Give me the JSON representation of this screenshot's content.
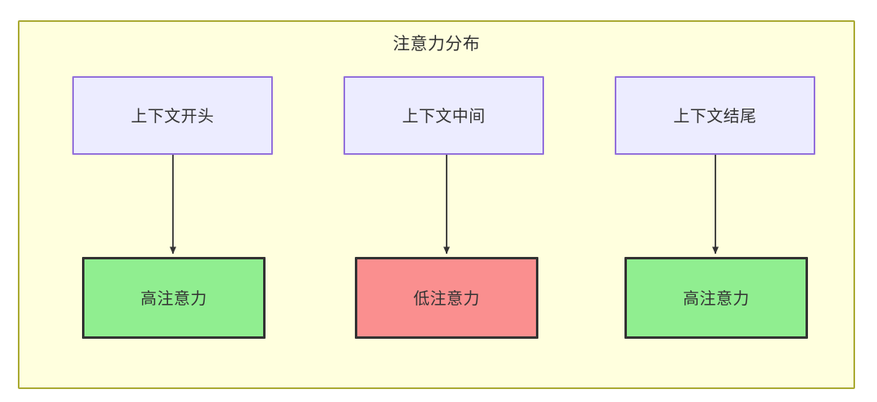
{
  "diagram": {
    "title": "注意力分布",
    "background_color": "#ffffff",
    "container": {
      "fill": "#ffffde",
      "stroke": "#aaaa33"
    },
    "palette": {
      "source_fill": "#ececff",
      "source_stroke": "#9370db",
      "high_attention_fill": "#90ee90",
      "low_attention_fill": "#fa8f8f",
      "node_stroke": "#333333",
      "edge_stroke": "#333333",
      "text": "#333333"
    },
    "columns": [
      {
        "source": {
          "label": "上下文开头"
        },
        "target": {
          "label": "高注意力",
          "level": "high"
        }
      },
      {
        "source": {
          "label": "上下文中间"
        },
        "target": {
          "label": "低注意力",
          "level": "low"
        }
      },
      {
        "source": {
          "label": "上下文结尾"
        },
        "target": {
          "label": "高注意力",
          "level": "high"
        }
      }
    ]
  }
}
